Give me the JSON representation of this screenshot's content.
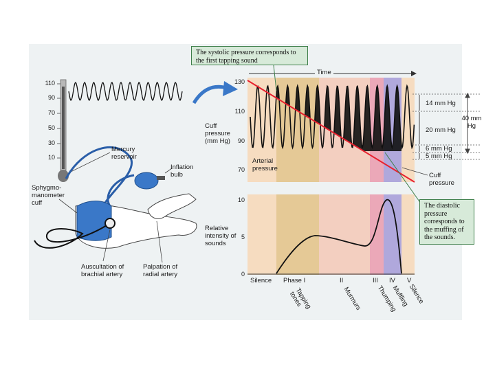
{
  "callouts": {
    "systolic": "The systolic pressure corresponds to the first tapping sound",
    "diastolic": "The diastolic pressure corresponds to the muffing of the sounds."
  },
  "manometer": {
    "ticks": [
      "110",
      "90",
      "70",
      "50",
      "30",
      "10"
    ]
  },
  "apparatus_labels": {
    "mercury": "Mercury reservoir",
    "bulb": "Inflation bulb",
    "cuff": "Sphygmo-manometer cuff",
    "auscultation": "Auscultation of brachial artery",
    "palpation": "Palpation of radial artery"
  },
  "top_panel": {
    "time_label": "Time",
    "ylabel": "Cuff pressure (mm Hg)",
    "ticks": [
      "130",
      "110",
      "90",
      "70"
    ],
    "arterial_label": "Arterial pressure",
    "cuff_label": "Cuff pressure",
    "diffs": [
      "14 mm Hg",
      "20 mm Hg",
      "6 mm Hg",
      "5 mm Hg"
    ],
    "total": "40 mm Hg"
  },
  "bottom_panel": {
    "ylabel": "Relative intensity of sounds",
    "ticks": [
      "10",
      "5",
      "0"
    ],
    "phases": [
      "Silence",
      "Phase I",
      "II",
      "III",
      "IV",
      "V"
    ],
    "sounds": [
      "Tapping tones",
      "Murmurs",
      "Thumping",
      "Muffling",
      "Silence"
    ]
  },
  "colors": {
    "background": "#eef2f3",
    "panel": "#f6dcc0",
    "phase1": "#e5c996",
    "phase2": "#f3cfc0",
    "phase3": "#eba8b8",
    "phase4": "#b0a8dc",
    "cuff_line": "#e8202e",
    "callout_fill": "#d7ead9",
    "cuff_blue": "#3a78c8"
  }
}
